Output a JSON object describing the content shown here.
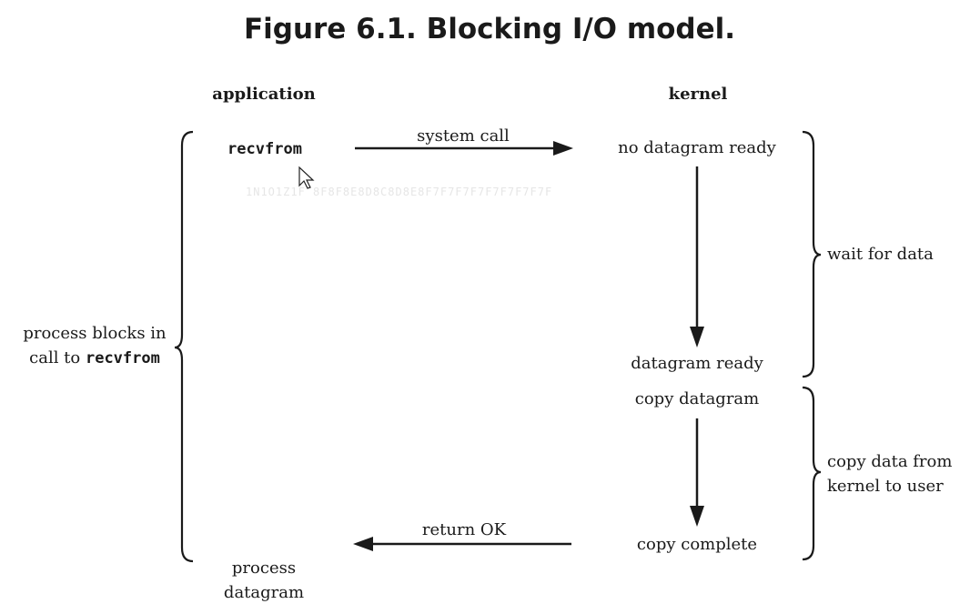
{
  "title": "Figure 6.1. Blocking I/O model.",
  "columns": {
    "application": "application",
    "kernel": "kernel"
  },
  "application": {
    "call": "recvfrom",
    "process_line1": "process",
    "process_line2": "datagram"
  },
  "left_brace_label": {
    "line1": "process blocks in",
    "line2_prefix": "call to ",
    "line2_code": "recvfrom"
  },
  "kernel": {
    "no_datagram": "no datagram ready",
    "datagram_ready": "datagram ready",
    "copy_datagram": "copy datagram",
    "copy_complete": "copy complete"
  },
  "arrows": {
    "system_call": "system call",
    "return_ok": "return OK"
  },
  "phases": {
    "wait": "wait for data",
    "copy_line1": "copy data from",
    "copy_line2": "kernel to user"
  },
  "watermark": "1N1O1Z1F 8F8F8E8D8C8D8E8F7F7F7F7F7F7F7F7F"
}
